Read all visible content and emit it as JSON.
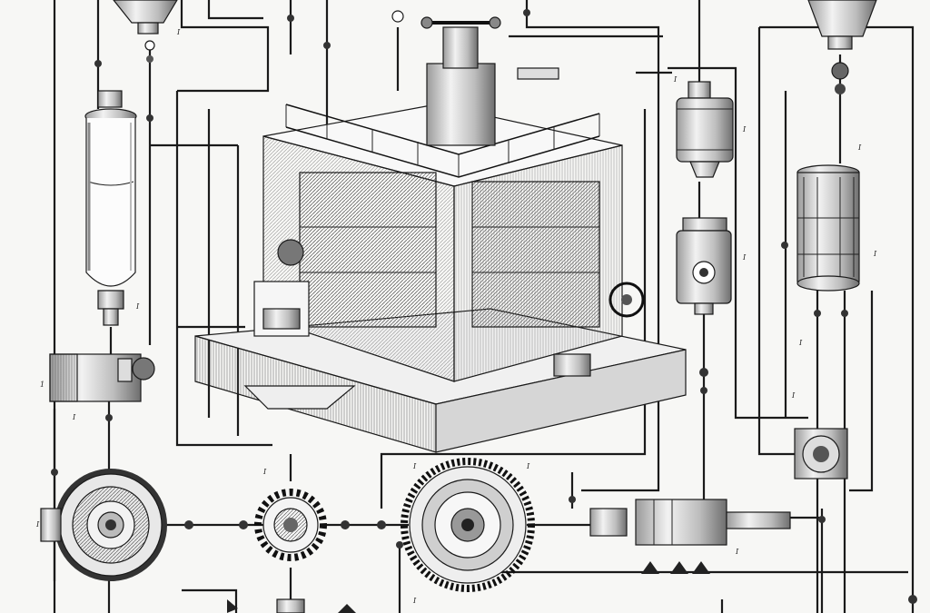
{
  "colors": {
    "paper": "#f7f7f5",
    "ink": "#1a1a1a",
    "metal": "#c9c9c9",
    "shade": "#8a8a8a"
  },
  "labels": {
    "left_column": [
      "1",
      "I",
      "I",
      "I",
      "I"
    ],
    "mid_row": [
      "I",
      "I",
      "I",
      "I"
    ],
    "right_column": [
      "I",
      "I",
      "I",
      "I",
      "I",
      "I",
      "I",
      "I"
    ]
  }
}
